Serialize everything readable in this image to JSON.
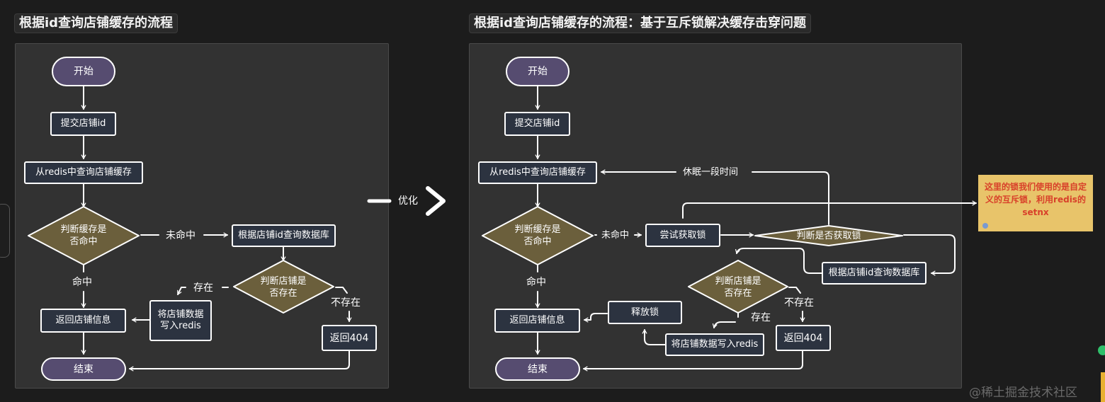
{
  "left": {
    "title": "根据id查询店铺缓存的流程",
    "start": "开始",
    "submit": "提交店铺id",
    "query_cache": "从redis中查询店铺缓存",
    "check_cache": "判断缓存是\n否命中",
    "miss_label": "未命中",
    "hit_label": "命中",
    "query_db": "根据店铺id查询数据库",
    "check_shop": "判断店铺是\n否存在",
    "exist_label": "存在",
    "not_exist_label": "不存在",
    "write_redis": "将店铺数据\n写入redis",
    "return_info": "返回店铺信息",
    "return_404": "返回404",
    "end": "结束"
  },
  "optimize_label": "优化",
  "right": {
    "title": "根据id查询店铺缓存的流程：基于互斥锁解决缓存击穿问题",
    "start": "开始",
    "submit": "提交店铺id",
    "query_cache": "从redis中查询店铺缓存",
    "sleep_label": "休眠一段时间",
    "check_cache": "判断缓存是\n否命中",
    "miss_label": "未命中",
    "try_lock": "尝试获取锁",
    "check_lock": "判断是否获取锁",
    "query_db": "根据店铺id查询数据库",
    "hit_label": "命中",
    "check_shop": "判断店铺是\n否存在",
    "not_exist_label": "不存在",
    "exist_label": "存在",
    "release_lock": "释放锁",
    "return_info": "返回店铺信息",
    "write_redis": "将店铺数据写入redis",
    "return_404": "返回404",
    "end": "结束"
  },
  "note": "这里的锁我们使用的是自定义的互斥锁，利用redis的setnx",
  "watermark": "@稀土掘金技术社区",
  "colors": {
    "background": "#1c1c1c",
    "panel": "#323232",
    "terminal_fill": "#564c70",
    "process_fill": "#2c3340",
    "diamond_fill": "#6b5f3c",
    "stroke": "#ffffff",
    "note_fill": "#e8c46a",
    "note_text": "#d8402a"
  }
}
